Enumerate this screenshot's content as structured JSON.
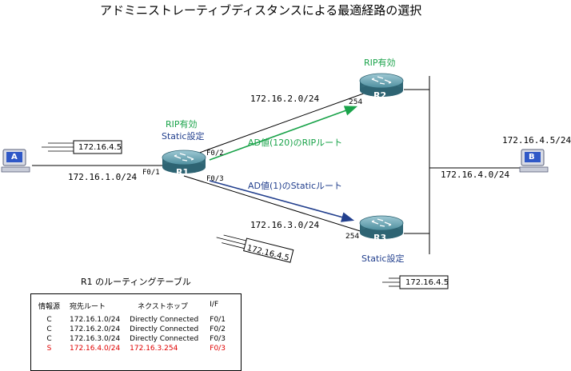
{
  "title": "アドミニストレーティブディスタンスによる最適経路の選択",
  "routers": {
    "r1": {
      "label": "R1",
      "annotation_rip": "RIP有効",
      "annotation_static": "Static設定",
      "if_f00": "F0/1",
      "if_f02": "F0/2",
      "if_f03": "F0/3"
    },
    "r2": {
      "label": "R2",
      "annotation_rip": "RIP有効",
      "ip_suffix": "254"
    },
    "r3": {
      "label": "R3",
      "annotation_static": "Static設定",
      "ip_suffix": "254"
    }
  },
  "hosts": {
    "a": {
      "label": "A"
    },
    "b": {
      "label": "B",
      "address": "172.16.4.5/24"
    }
  },
  "networks": {
    "n1": "172.16.1.0/24",
    "n2": "172.16.2.0/24",
    "n3": "172.16.3.0/24",
    "n4": "172.16.4.0/24"
  },
  "packets": {
    "p1": "172.16.4.5",
    "p2": "172.16.4.5",
    "p3": "172.16.4.5"
  },
  "arrows": {
    "rip": "AD値(120)のRIPルート",
    "static": "AD値(1)のStaticルート"
  },
  "routing_table": {
    "caption": "R1 のルーティングテーブル",
    "headers": [
      "情報源",
      "宛先ルート",
      "ネクストホップ",
      "I/F"
    ],
    "rows": [
      [
        "C",
        "172.16.1.0/24",
        "Directly Connected",
        "F0/1"
      ],
      [
        "C",
        "172.16.2.0/24",
        "Directly Connected",
        "F0/2"
      ],
      [
        "C",
        "172.16.3.0/24",
        "Directly Connected",
        "F0/3"
      ],
      [
        "S",
        "172.16.4.0/24",
        "172.16.3.254",
        "F0/3"
      ]
    ]
  },
  "colors": {
    "rip": "#1aa34a",
    "static": "#23408e",
    "highlight_row": "#e00000",
    "router_body": "#3e7c8c"
  }
}
